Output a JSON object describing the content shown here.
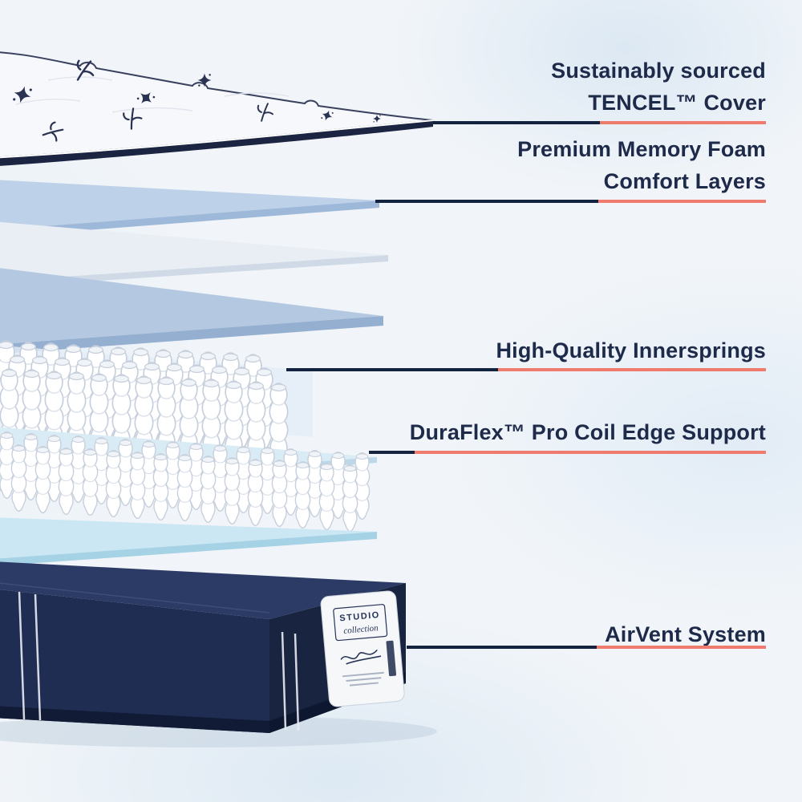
{
  "callouts": [
    {
      "line1": "Sustainably sourced",
      "line2": "TENCEL™ Cover"
    },
    {
      "line1": "Premium Memory Foam",
      "line2": "Comfort Layers"
    },
    {
      "line1": "High-Quality Innersprings"
    },
    {
      "line1": "DuraFlex™ Pro Coil Edge Support"
    },
    {
      "line1": "AirVent System"
    }
  ],
  "tag": {
    "brand": "STUDIO",
    "collection": "collection"
  },
  "colors": {
    "text_navy": "#1e2a49",
    "leader_navy": "#13233f",
    "leader_coral": "#ef7b6e",
    "base_navy": "#202d52",
    "foam_blue": "#b7cde5",
    "foundation_blue": "#cbe7f4",
    "background": "#f1f5f9"
  }
}
